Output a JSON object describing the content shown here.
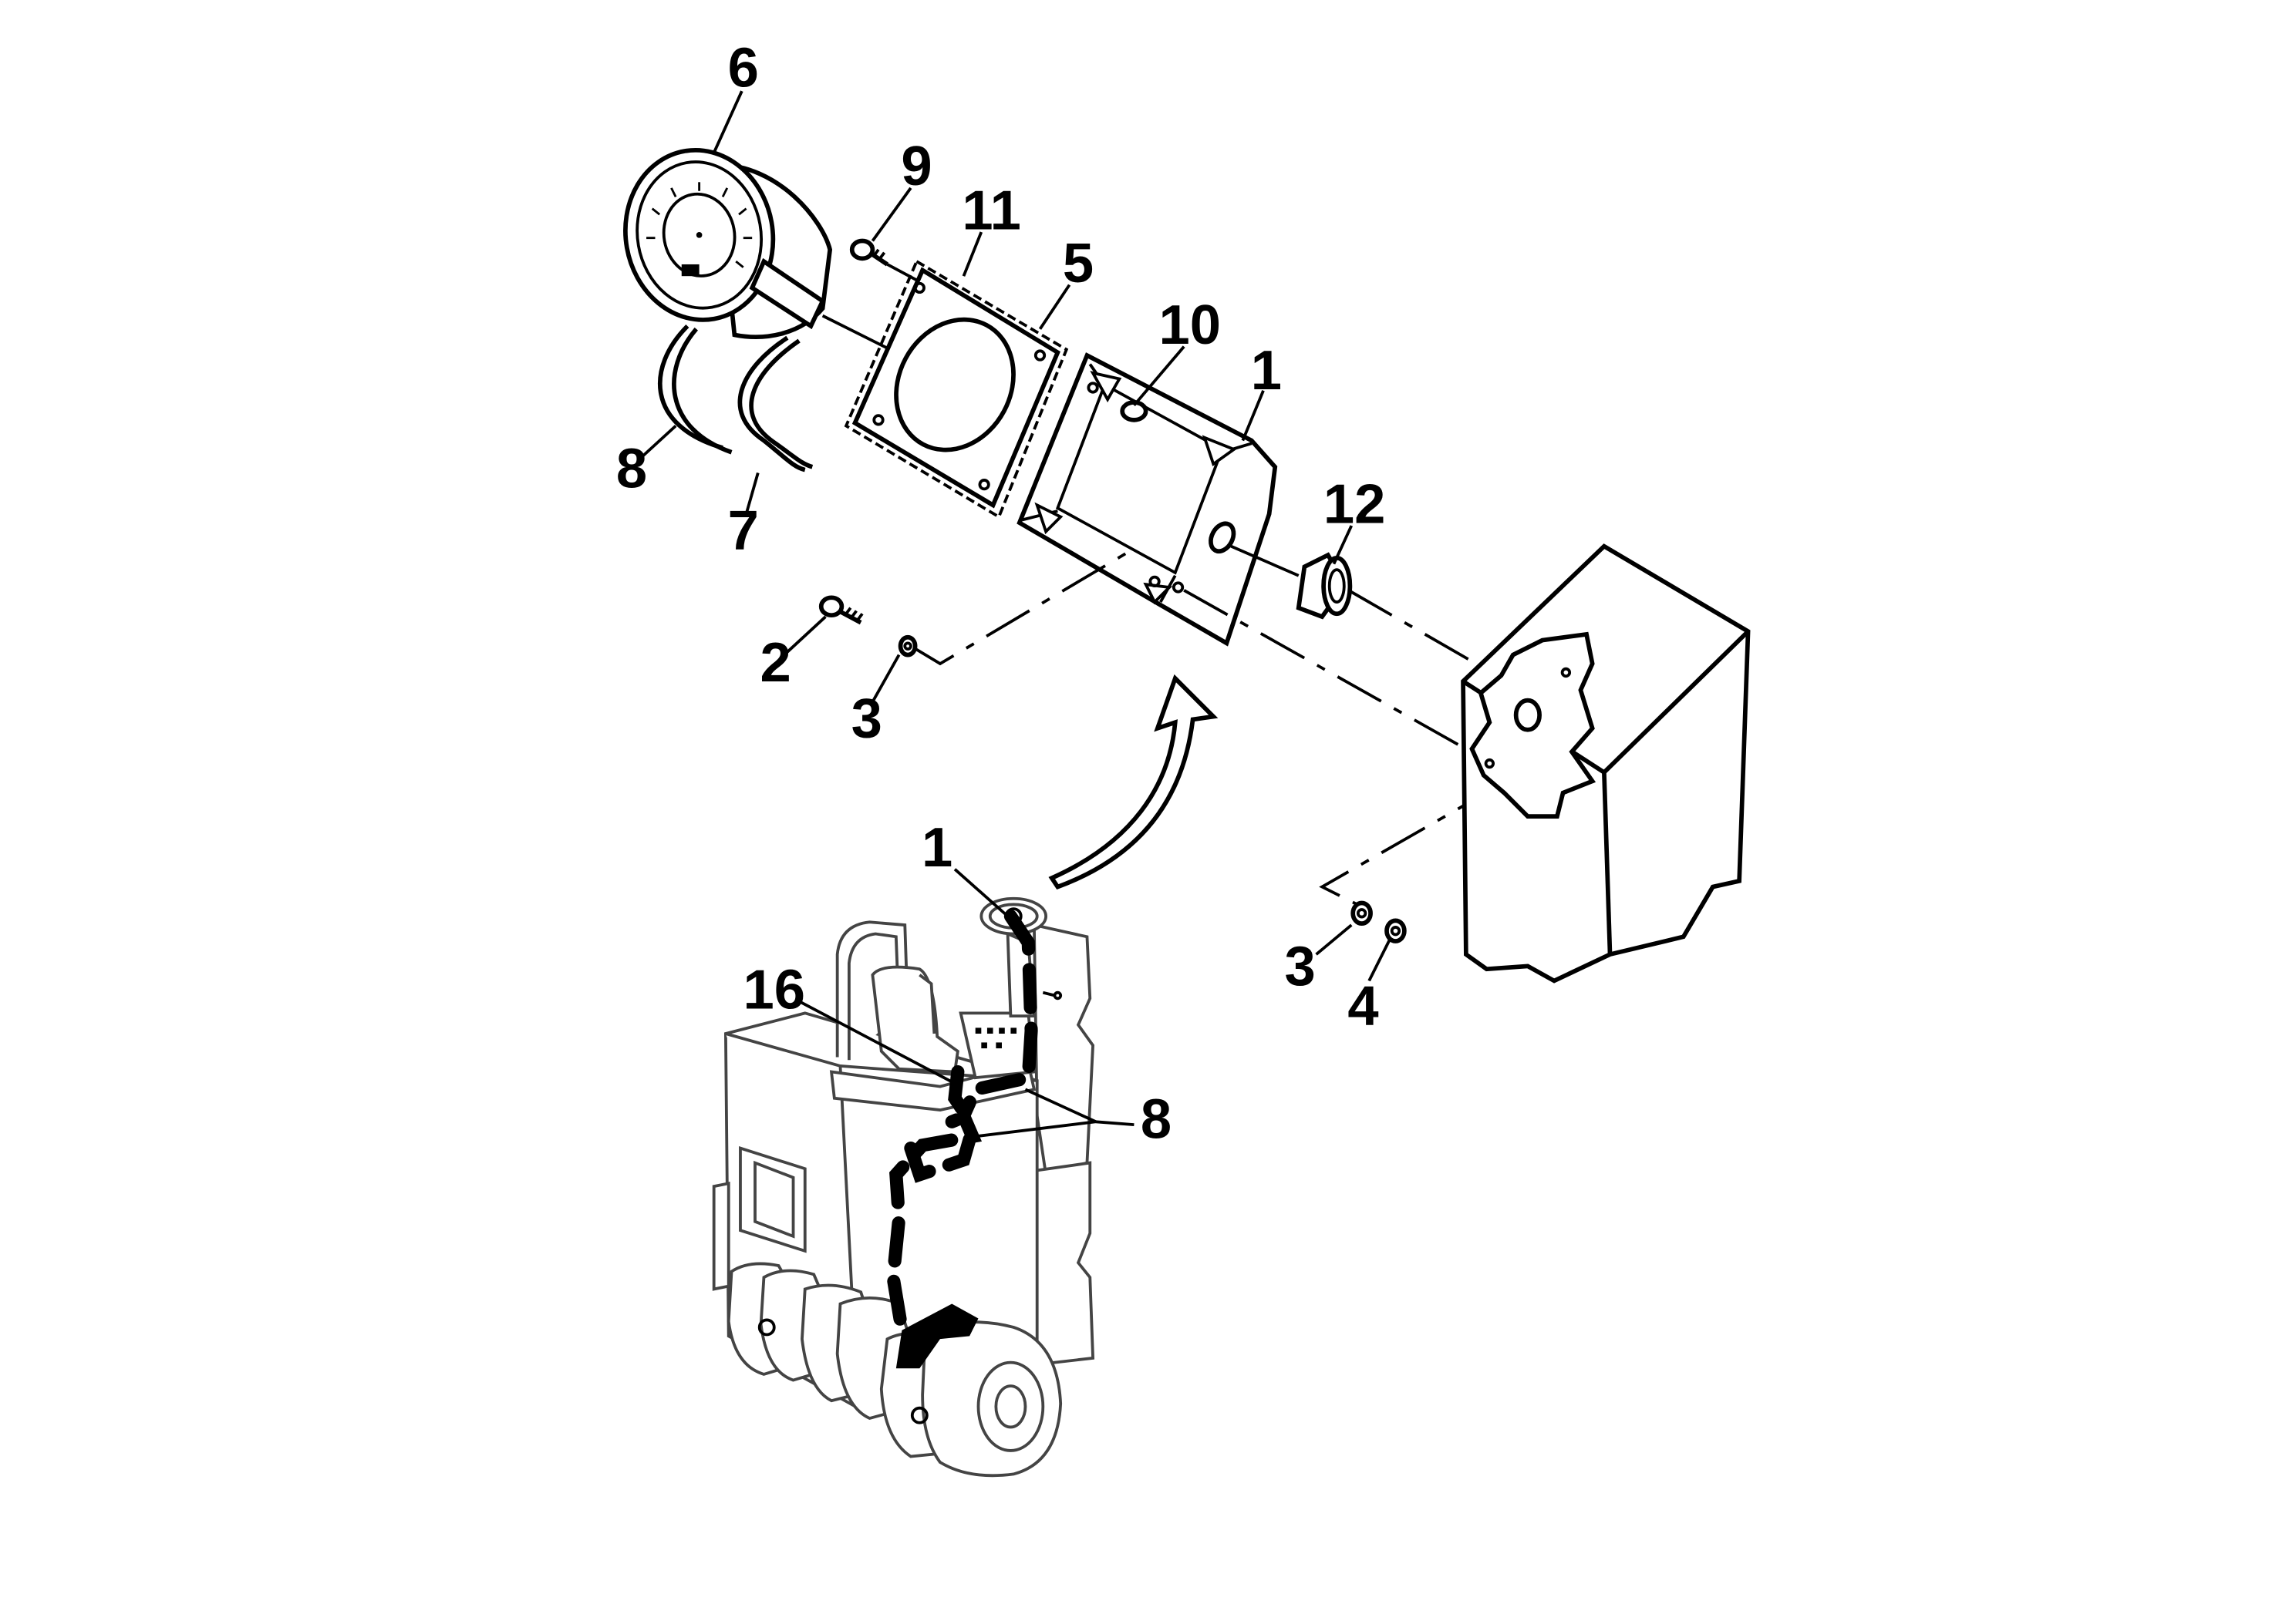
{
  "callouts": [
    {
      "id": "c6",
      "text": "6"
    },
    {
      "id": "c9",
      "text": "9"
    },
    {
      "id": "c11",
      "text": "11"
    },
    {
      "id": "c5",
      "text": "5"
    },
    {
      "id": "c10",
      "text": "10"
    },
    {
      "id": "c1top",
      "text": "1"
    },
    {
      "id": "c12",
      "text": "12"
    },
    {
      "id": "c8top",
      "text": "8"
    },
    {
      "id": "c7",
      "text": "7"
    },
    {
      "id": "c2",
      "text": "2"
    },
    {
      "id": "c3left",
      "text": "3"
    },
    {
      "id": "c1bot",
      "text": "1"
    },
    {
      "id": "c16",
      "text": "16"
    },
    {
      "id": "c8bot",
      "text": "8"
    },
    {
      "id": "c3right",
      "text": "3"
    },
    {
      "id": "c4",
      "text": "4"
    }
  ]
}
